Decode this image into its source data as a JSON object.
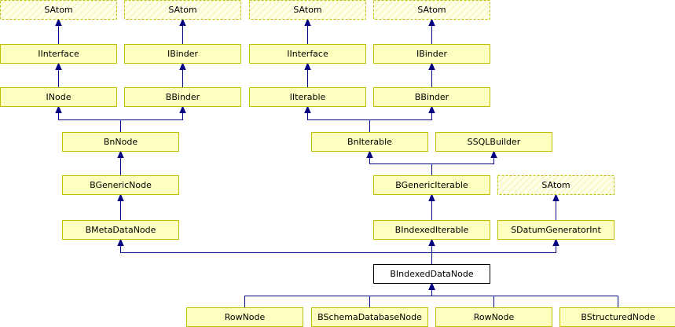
{
  "diagram": {
    "nodes": {
      "satom_1": {
        "label": "SAtom",
        "style": "dashed"
      },
      "satom_2": {
        "label": "SAtom",
        "style": "dashed"
      },
      "satom_3": {
        "label": "SAtom",
        "style": "dashed"
      },
      "satom_4": {
        "label": "SAtom",
        "style": "dashed"
      },
      "satom_5": {
        "label": "SAtom",
        "style": "dashed"
      },
      "iinterface_1": {
        "label": "IInterface",
        "style": "normal"
      },
      "ibinder_1": {
        "label": "IBinder",
        "style": "normal"
      },
      "iinterface_2": {
        "label": "IInterface",
        "style": "normal"
      },
      "ibinder_2": {
        "label": "IBinder",
        "style": "normal"
      },
      "inode": {
        "label": "INode",
        "style": "normal"
      },
      "bbinder_1": {
        "label": "BBinder",
        "style": "normal"
      },
      "iiterable": {
        "label": "IIterable",
        "style": "normal"
      },
      "bbinder_2": {
        "label": "BBinder",
        "style": "normal"
      },
      "bnnode": {
        "label": "BnNode",
        "style": "normal"
      },
      "bniterable": {
        "label": "BnIterable",
        "style": "normal"
      },
      "ssqlbuilder": {
        "label": "SSQLBuilder",
        "style": "normal"
      },
      "bgenericnode": {
        "label": "BGenericNode",
        "style": "normal"
      },
      "bgenericiterable": {
        "label": "BGenericIterable",
        "style": "normal"
      },
      "bmetadatanode": {
        "label": "BMetaDataNode",
        "style": "normal"
      },
      "bindexediterable": {
        "label": "BIndexedIterable",
        "style": "normal"
      },
      "sdatumgeneratorint": {
        "label": "SDatumGeneratorInt",
        "style": "normal"
      },
      "bindexeddatanode": {
        "label": "BIndexedDataNode",
        "style": "focus"
      },
      "rownode_1": {
        "label": "RowNode",
        "style": "normal"
      },
      "bschemadatabasenode": {
        "label": "BSchemaDatabaseNode",
        "style": "normal"
      },
      "rownode_2": {
        "label": "RowNode",
        "style": "normal"
      },
      "bstructurednode": {
        "label": "BStructuredNode",
        "style": "normal"
      }
    },
    "edges": [
      {
        "from": "iinterface_1",
        "to": "satom_1"
      },
      {
        "from": "ibinder_1",
        "to": "satom_2"
      },
      {
        "from": "iinterface_2",
        "to": "satom_3"
      },
      {
        "from": "ibinder_2",
        "to": "satom_4"
      },
      {
        "from": "inode",
        "to": "iinterface_1"
      },
      {
        "from": "bbinder_1",
        "to": "ibinder_1"
      },
      {
        "from": "iiterable",
        "to": "iinterface_2"
      },
      {
        "from": "bbinder_2",
        "to": "ibinder_2"
      },
      {
        "from": "bnnode",
        "to": "inode"
      },
      {
        "from": "bnnode",
        "to": "bbinder_1"
      },
      {
        "from": "bniterable",
        "to": "iiterable"
      },
      {
        "from": "bniterable",
        "to": "bbinder_2"
      },
      {
        "from": "bgenericnode",
        "to": "bnnode"
      },
      {
        "from": "bgenericiterable",
        "to": "bniterable"
      },
      {
        "from": "bgenericiterable",
        "to": "ssqlbuilder"
      },
      {
        "from": "bmetadatanode",
        "to": "bgenericnode"
      },
      {
        "from": "bindexediterable",
        "to": "bgenericiterable"
      },
      {
        "from": "sdatumgeneratorint",
        "to": "satom_5"
      },
      {
        "from": "bindexeddatanode",
        "to": "bmetadatanode"
      },
      {
        "from": "bindexeddatanode",
        "to": "bindexediterable"
      },
      {
        "from": "bindexeddatanode",
        "to": "sdatumgeneratorint"
      },
      {
        "from": "rownode_1",
        "to": "bindexeddatanode"
      },
      {
        "from": "bschemadatabasenode",
        "to": "bindexeddatanode"
      },
      {
        "from": "rownode_2",
        "to": "bindexeddatanode"
      },
      {
        "from": "bstructurednode",
        "to": "bindexeddatanode"
      }
    ]
  }
}
